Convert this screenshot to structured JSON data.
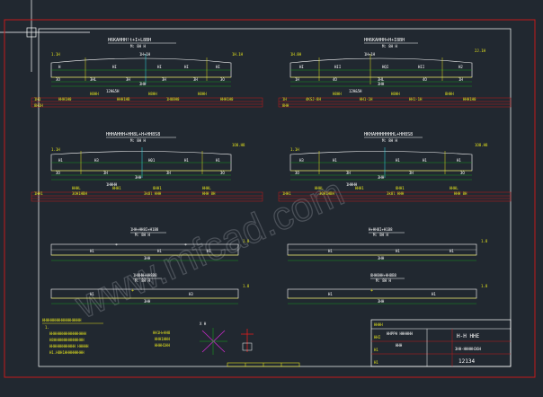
{
  "colors": {
    "background": "#212830",
    "frame": "#c41a1a",
    "white": "#ffffff",
    "yellow": "#e3e21d",
    "green": "#18b11a",
    "cyan": "#2ee0e6",
    "red": "#e21c1c",
    "magenta": "#d62ad6",
    "gray": "#9aa0a8"
  },
  "watermark": "www.mfcad.com",
  "views": {
    "tl": {
      "title": "H6KAHHH!t+I+L8BH",
      "scale": "M: 8H H",
      "spans": [
        "H",
        "HI",
        "HI",
        "HI",
        "HI"
      ],
      "spans_mid_label": "1H+1H",
      "dims": [
        "3O",
        "3HL",
        "3H",
        "3H",
        "3H",
        "3O"
      ],
      "right_label": "1H.1H",
      "left_label": "1.1H",
      "total": "3HH",
      "mid_tag": "12H&5H",
      "rebar": [
        "1H1",
        "HHH1H0",
        "HHH1HB",
        "1H08H0",
        "HHH1H0"
      ],
      "rebar_sub": [
        "8H1H",
        "H8HH",
        "H8HH",
        "H8HH"
      ]
    },
    "tr": {
      "title": "HH6KAHHH+H+I8BH",
      "scale": "M: 8H H",
      "spans": [
        "HI",
        "HII",
        "HQI",
        "HII",
        "H2"
      ],
      "spans_mid_label": "1H+1H",
      "dims": [
        "1H",
        "4O",
        "3HL",
        "4O",
        "1H"
      ],
      "right_label": "2J.1H",
      "left_label": "1H.8H",
      "total": "3HH",
      "mid_tag": "12H&5H",
      "rebar": [
        "1H",
        "4KSJ-8H",
        "HH1-1H",
        "HH1-1H",
        "HHH1H0"
      ],
      "rebar_sub": [
        "8HH",
        "H8HH",
        "H8HH",
        "8HHH"
      ]
    },
    "ml": {
      "title": "HHHAHHH+HH8L+H+HH8S8",
      "scale": "M: 8H H",
      "spans": [
        "H1",
        "H3",
        "H01",
        "H1",
        "H1"
      ],
      "dims": [
        "3O",
        "3H",
        "3H",
        "3O"
      ],
      "right_label": "1O8.H8",
      "left_label": "1.1H",
      "total": "3HH",
      "mid_tag": "1HHHH",
      "rebar": [
        "1HH1",
        "3OH1HBH",
        "3k8l HHH",
        "HHH 8H"
      ],
      "rebar_sub": [
        "HHHL",
        "HHH1",
        "8HH1",
        "HHHL"
      ]
    },
    "mr": {
      "title": "HKHAHHHHHHHL+HH8S8",
      "scale": "M: 8H H",
      "spans": [
        "H3",
        "H1",
        "H1",
        "H1",
        "H1"
      ],
      "dims": [
        "3O",
        "3H",
        "3H",
        "3O"
      ],
      "right_label": "1O8.H8",
      "left_label": "1.1H",
      "total": "3HH",
      "mid_tag": "1HHHH",
      "rebar": [
        "1HH1",
        "3OH1HBH",
        "3k8l HHH",
        "HHH 8H"
      ],
      "rebar_sub": [
        "HHHL",
        "HHH1",
        "8HH1",
        "HHHL"
      ]
    },
    "bl1": {
      "title": "1HH+HH8I+H1B8",
      "scale": "M: 8H H",
      "labels": [
        "H1",
        "H1",
        "H1"
      ],
      "total": "3HH",
      "right_label": "1.8"
    },
    "br1": {
      "title": "H+HH8I+H1B8",
      "scale": "M: 8H H",
      "labels": [
        "H1",
        "H1",
        "H1"
      ],
      "total": "3HH",
      "right_label": "1.8"
    },
    "bl2": {
      "title": "1H8HH+HH8B8",
      "scale": "M: 8H H",
      "labels": [
        "H1",
        "H3"
      ],
      "total": "3HH",
      "right_label": "1.8"
    },
    "br2": {
      "title": "8HH8HH+HH8B8",
      "scale": "M: 8H H",
      "labels": [
        "H1",
        "H1"
      ],
      "total": "3HH",
      "right_label": "1.8"
    }
  },
  "notes": {
    "title": "HHHHHHHHHHHHHHHHHH",
    "lines": [
      "1.",
      "HHHHHHHHHHHHHHHHH",
      "H8HHHHHHHHHHHHHH",
      "HHHHHHHHHHHH HHHHH",
      "H1.H8H1HHHHHHHHH"
    ]
  },
  "legend": {
    "title": "HH1H+HH8",
    "lines": [
      "HHH1HHH",
      "HHHH1HH"
    ]
  },
  "sym_label": "X  H",
  "title_block": {
    "rows": [
      "HHHH",
      "HHI",
      "H1",
      "H1"
    ],
    "name": "HHPPH HHHHHH",
    "name2": "HHH",
    "code": "H-H  HHE",
    "sheet": "3HH-HHHHH36H",
    "num": "12134"
  }
}
